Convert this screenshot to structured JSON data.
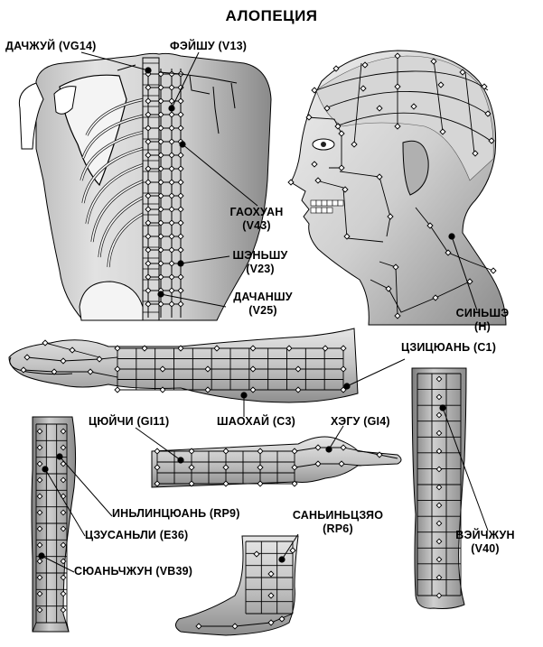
{
  "title": "АЛОПЕЦИЯ",
  "labels": {
    "dazhui": "ДАЧЖУЙ (VG14)",
    "feishu": "ФЭЙШУ (V13)",
    "gaohuang_1": "ГАОХУАН",
    "gaohuang_2": "(V43)",
    "shenshu_1": "ШЭНЬШУ",
    "shenshu_2": "(V23)",
    "dachangshu_1": "ДАЧАНШУ",
    "dachangshu_2": "(V25)",
    "xinshe_1": "СИНЬШЭ",
    "xinshe_2": "(H)",
    "jiquan": "ЦЗИЦЮАНЬ (C1)",
    "shaohai": "ШАОХАЙ (C3)",
    "quchi": "ЦЮЙЧИ (GI11)",
    "hegu": "ХЭГУ (GI4)",
    "yinlingquan": "ИНЬЛИНЦЮАНЬ (RP9)",
    "zusanli": "ЦЗУСАНЬЛИ (E36)",
    "xuanzhong": "СЮАНЬЧЖУН (VB39)",
    "sanyinjiao_1": "САНЬИНЬЦЗЯО",
    "sanyinjiao_2": "(RP6)",
    "weizhong_1": "ВЭЙЧЖУН",
    "weizhong_2": "(V40)"
  },
  "colors": {
    "ink": "#000000",
    "skin_light": "#e8e8e8",
    "skin_mid": "#b8b8b8",
    "skin_dark": "#6e6e6e"
  }
}
